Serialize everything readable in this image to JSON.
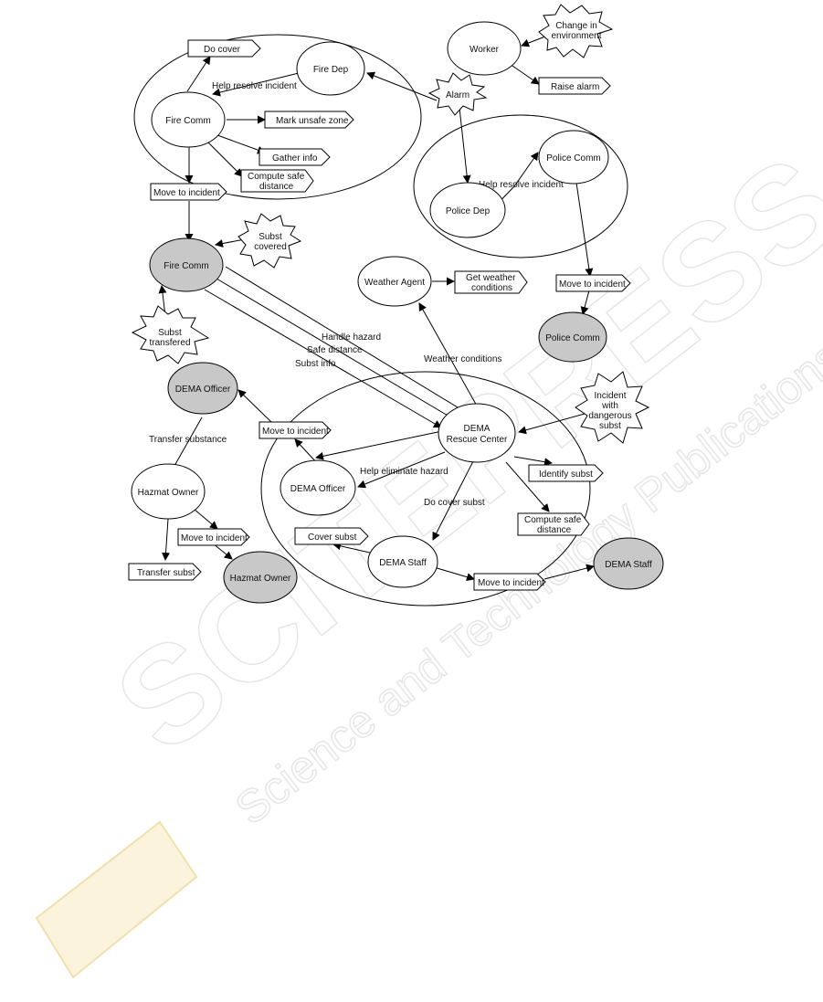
{
  "watermark": {
    "logo_text": "SCITEPRESS",
    "sub_text": "Science and Technology Publications"
  },
  "agents": {
    "fire_dep": "Fire Dep",
    "fire_comm": "Fire Comm",
    "fire_comm_moved": "Fire Comm",
    "worker": "Worker",
    "police_comm": "Police Comm",
    "police_dep": "Police Dep",
    "police_comm_moved": "Police Comm",
    "weather_agent": "Weather Agent",
    "dema_officer_moved": "DEMA Officer",
    "dema_officer": "DEMA Officer",
    "dema_rescue_l1": "DEMA",
    "dema_rescue_l2": "Rescue Center",
    "hazmat_owner": "Hazmat Owner",
    "hazmat_owner_moved": "Hazmat Owner",
    "dema_staff": "DEMA Staff",
    "dema_staff_moved": "DEMA Staff"
  },
  "actions": {
    "do_cover": "Do cover",
    "mark_unsafe": "Mark unsafe zone",
    "gather_info": "Gather info",
    "compute_safe_1a": "Compute safe",
    "compute_safe_1b": "distance",
    "move_fire": "Move to incident",
    "raise_alarm": "Raise alarm",
    "move_police": "Move to incident",
    "get_weather_a": "Get weather",
    "get_weather_b": "conditions",
    "move_dema_officer": "Move to incident",
    "identify_subst": "Identify subst",
    "compute_safe_2a": "Compute safe",
    "compute_safe_2b": "distance",
    "cover_subst": "Cover subst",
    "move_dema_staff": "Move to incident",
    "move_hazmat": "Move to incident",
    "transfer_subst": "Transfer subst"
  },
  "events": {
    "change_env_a": "Change in",
    "change_env_b": "environment",
    "alarm": "Alarm",
    "subst_covered_a": "Subst",
    "subst_covered_b": "covered",
    "subst_transfered_a": "Subst",
    "subst_transfered_b": "transfered",
    "incident_a": "Incident",
    "incident_b": "with",
    "incident_c": "dangerous",
    "incident_d": "subst"
  },
  "messages": {
    "help_resolve_fire": "Help resolve incident",
    "help_resolve_police": "Help resolve incident",
    "handle_hazard": "Handle hazard",
    "safe_distance": "Safe distance",
    "subst_info": "Subst info",
    "weather_conditions": "Weather conditions",
    "transfer_substance": "Transfer substance",
    "help_eliminate": "Help eliminate hazard",
    "do_cover_subst": "Do cover subst"
  }
}
